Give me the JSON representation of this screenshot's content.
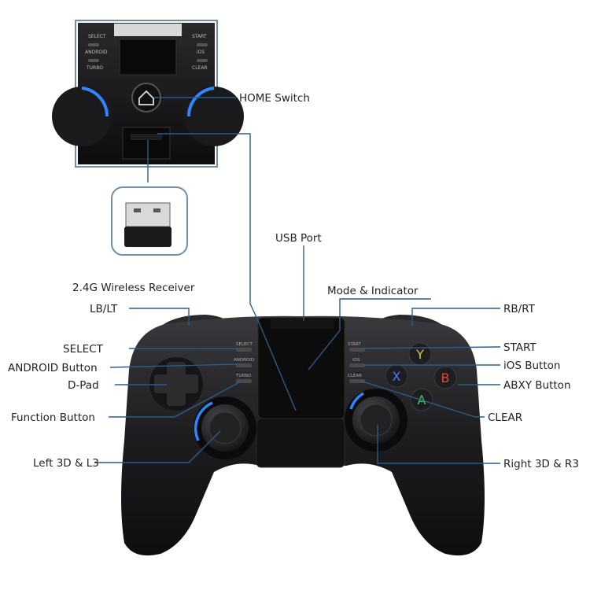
{
  "labels": {
    "home_switch": "HOME Switch",
    "usb_port": "USB Port",
    "receiver": "2.4G Wireless Receiver",
    "mode_indicator": "Mode & Indicator",
    "lb_lt": "LB/LT",
    "rb_rt": "RB/RT",
    "select": "SELECT",
    "android_button": "ANDROID Button",
    "d_pad": "D-Pad",
    "function_button": "Function Button",
    "left_3d_l3": "Left 3D & L3",
    "start": "START",
    "ios_button": "iOS Button",
    "abxy_button": "ABXY Button",
    "clear": "CLEAR",
    "right_3d_r3": "Right 3D & R3"
  },
  "device_text": {
    "select": "SELECT",
    "android": "ANDROID",
    "turbo": "TURBO",
    "start": "START",
    "ios": "iOS",
    "clear": "CLEAR"
  },
  "face_buttons": {
    "y": "Y",
    "x": "X",
    "b": "B",
    "a": "A"
  },
  "colors": {
    "leader_line": "#2b5b8a",
    "body": "#1b1b1d",
    "stick_glow": "#2f86ff",
    "y_button": "#e2c13a",
    "x_button": "#4a78ff",
    "b_button": "#e0463a",
    "a_button": "#3fc45c"
  }
}
